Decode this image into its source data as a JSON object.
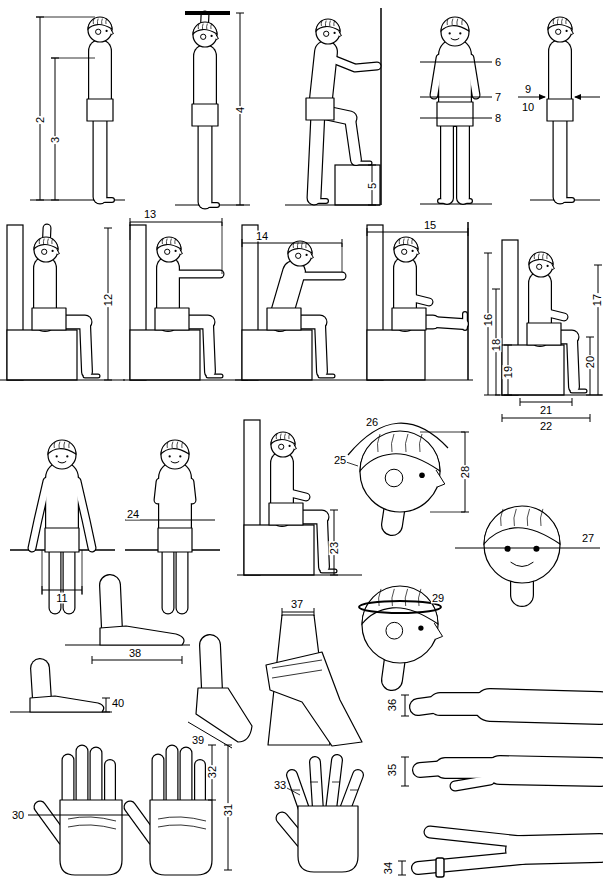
{
  "diagram": {
    "labels": [
      "2",
      "3",
      "4",
      "5",
      "6",
      "7",
      "8",
      "9",
      "10",
      "12",
      "13",
      "14",
      "15",
      "16",
      "18",
      "19",
      "17",
      "20",
      "21",
      "22",
      "26",
      "25",
      "28",
      "11",
      "24",
      "23",
      "27",
      "38",
      "37",
      "29",
      "40",
      "39",
      "36",
      "30",
      "32",
      "31",
      "33",
      "35",
      "34"
    ]
  }
}
